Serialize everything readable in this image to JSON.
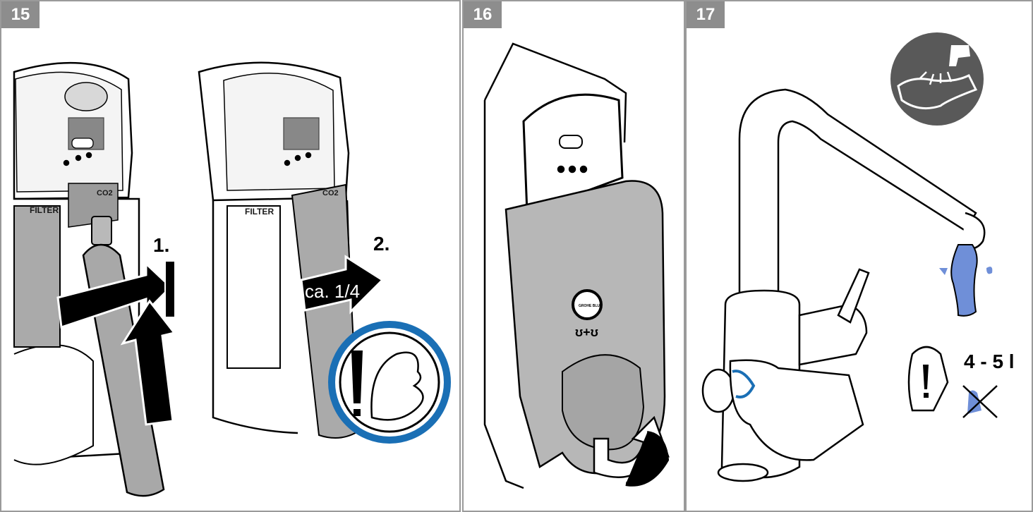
{
  "steps": [
    {
      "number": "15",
      "labels": {
        "filter": "FILTER",
        "co2": "CO2",
        "step1": "1.",
        "step2": "2.",
        "turn": "ca. 1/4"
      }
    },
    {
      "number": "16",
      "labels": {
        "logo": "GROHE BLUE",
        "pictogram": "ʊ+ʊ"
      }
    },
    {
      "number": "17",
      "labels": {
        "volume": "4 - 5 l"
      }
    }
  ],
  "icons": [
    "warning-strength-icon",
    "wash-hands-icon",
    "no-drink-icon"
  ],
  "colors": {
    "border": "#9a9a9a",
    "badge": "#8d8d8d",
    "accent_blue": "#1a6fb5",
    "water_blue": "#6f8fd8",
    "dark_gray": "#595959",
    "filter_gray": "#aaaaaa"
  }
}
